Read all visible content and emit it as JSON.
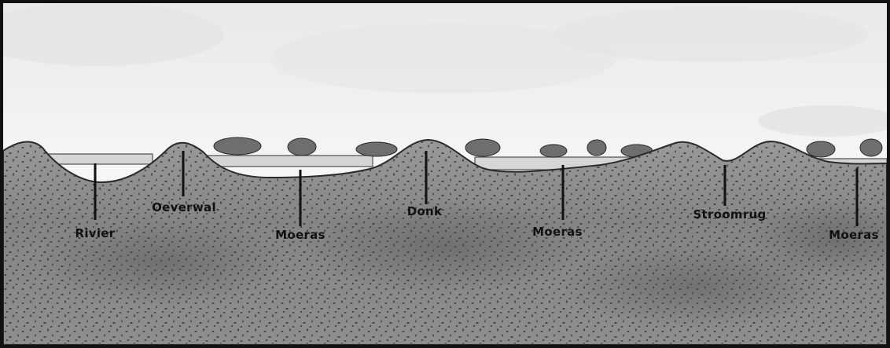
{
  "labels": {
    "rivier": "Rivier",
    "oeverwal": "Oeverwal",
    "moeras_1": "Moeras",
    "donk": "Donk",
    "moeras_2": "Moeras",
    "stroomrug": "Stroomrug",
    "moeras_3": "Moeras"
  },
  "colors": {
    "sky": "#f2f2f2",
    "ground": "#7c7c7c",
    "ground_dark": "#5a5a5a",
    "water": "#cfcfcf",
    "ink": "#111111"
  }
}
